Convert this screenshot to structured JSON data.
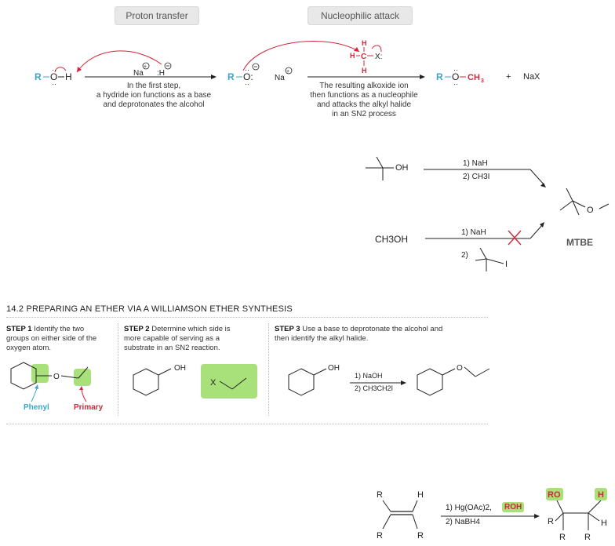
{
  "mechanism": {
    "tag_proton_transfer": "Proton transfer",
    "tag_nucleophilic_attack": "Nucleophilic attack",
    "step1_caption": [
      "In the first step,",
      "a hydride ion functions as a base",
      "and deprotonates the alcohol"
    ],
    "step2_caption": [
      "The resulting alkoxide ion",
      "then functions as a nucleophile",
      "and attacks the alkyl halide",
      "in an SN2 process"
    ],
    "plus": "+",
    "nax": "NaX"
  },
  "mtbe_route": {
    "oh_label": "OH",
    "route1_reagent1": "1) NaH",
    "route1_reagent2": "2) CH3I",
    "route2_start": "CH3OH",
    "route2_reagent1": "1) NaH",
    "route2_reagent2": "2)",
    "product": "MTBE"
  },
  "section": {
    "title": "14.2 PREPARING AN ETHER VIA A WILLIAMSON ETHER SYNTHESIS",
    "step1_head": "STEP 1",
    "step1_text": [
      "Identify the two",
      "groups on either side of the",
      "oxygen atom."
    ],
    "step2_head": "STEP 2",
    "step2_text": [
      "Determine which side is",
      "more capable of serving as a",
      "substrate in an SN2 reaction."
    ],
    "step3_head": "STEP 3",
    "step3_text": [
      "Use a base to deprotonate the alcohol and",
      "then identify the alkyl halide."
    ],
    "phenyl": "Phenyl",
    "primary": "Primary",
    "step3_reagent1": "1) NaOH",
    "step3_reagent2": "2) CH3CH2I"
  },
  "oxymercuration": {
    "reagent1": "1) Hg(OAc)2,",
    "reagent1_roh": "ROH",
    "reagent2": "2) NaBH4"
  },
  "colors": {
    "blue": "#3aa7c9",
    "red": "#d0263a",
    "highlight_green": "#a8e07a"
  }
}
